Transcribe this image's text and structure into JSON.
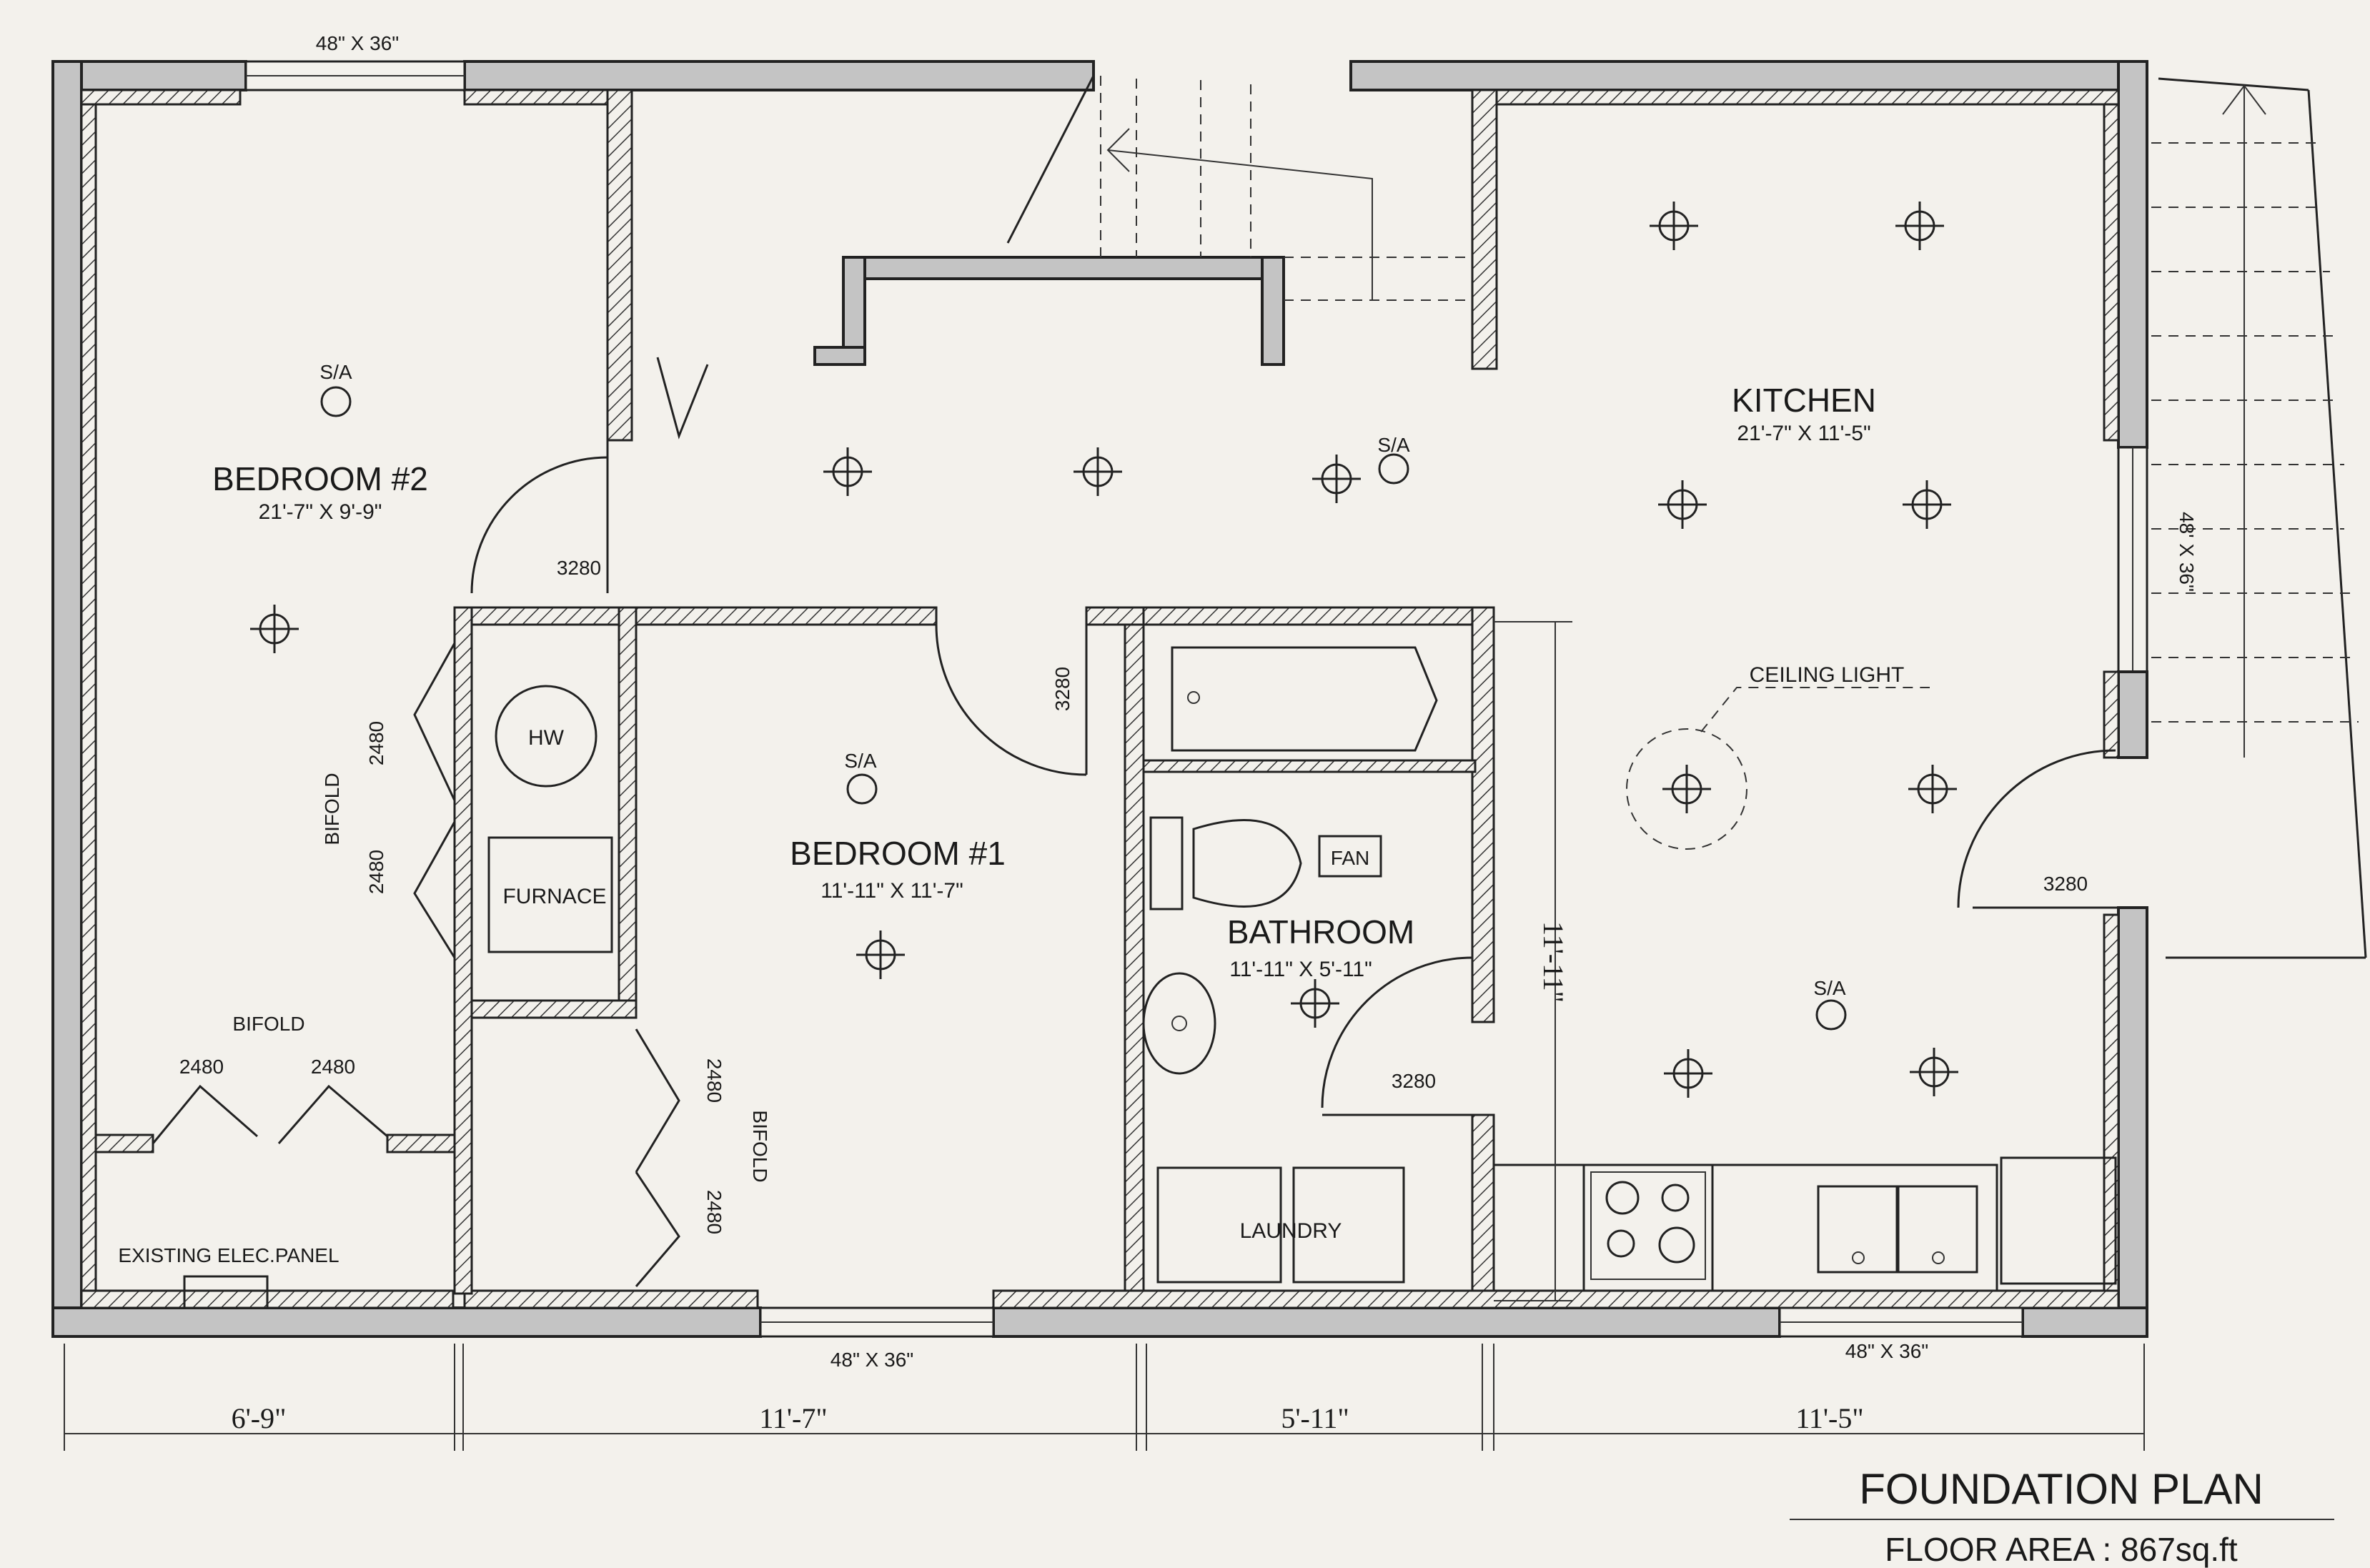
{
  "rooms": {
    "bedroom2": {
      "name": "BEDROOM #2",
      "size": "21'-7\" X 9'-9\""
    },
    "bedroom1": {
      "name": "BEDROOM #1",
      "size": "11'-11\" X 11'-7\""
    },
    "kitchen": {
      "name": "KITCHEN",
      "size": "21'-7\" X 11'-5\""
    },
    "bathroom": {
      "name": "BATHROOM",
      "size": "11'-11\" X 5'-11\""
    }
  },
  "fixtures": {
    "hw": "HW",
    "furnace": "FURNACE",
    "fan": "FAN",
    "laundry": "LAUNDRY",
    "elec_panel": "EXISTING ELEC.PANEL",
    "ceiling_light": "CEILING LIGHT",
    "sa": "S/A"
  },
  "doors": {
    "bifold": "BIFOLD",
    "bifold_size": "2480",
    "door_size": "3280"
  },
  "windows": {
    "size": "48\" X 36\"",
    "size_rotated": "48' X 36\""
  },
  "dimensions": {
    "d1": "6'-9\"",
    "d2": "11'-7\"",
    "d3": "5'-11\"",
    "d4": "11'-5\"",
    "vertical": "11'-11\""
  },
  "title": {
    "main": "FOUNDATION PLAN",
    "area": "FLOOR AREA : 867sq.ft"
  }
}
